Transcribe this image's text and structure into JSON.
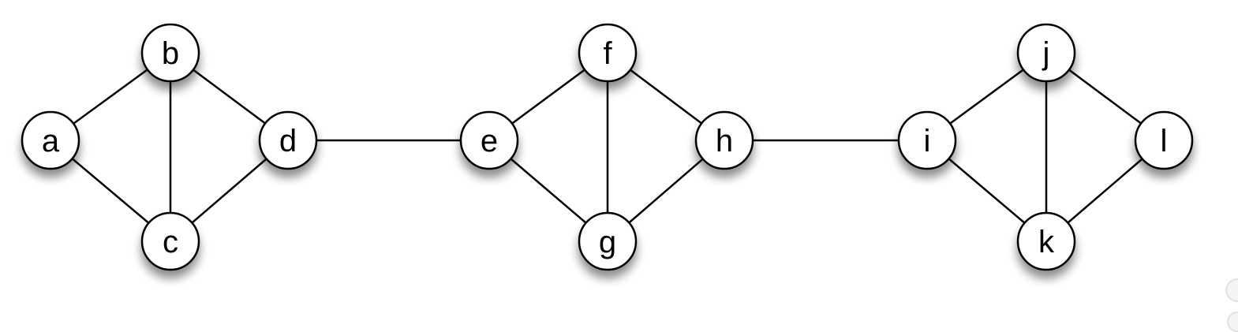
{
  "graph": {
    "nodes": [
      {
        "id": "a",
        "label": "a"
      },
      {
        "id": "b",
        "label": "b"
      },
      {
        "id": "c",
        "label": "c"
      },
      {
        "id": "d",
        "label": "d"
      },
      {
        "id": "e",
        "label": "e"
      },
      {
        "id": "f",
        "label": "f"
      },
      {
        "id": "g",
        "label": "g"
      },
      {
        "id": "h",
        "label": "h"
      },
      {
        "id": "i",
        "label": "i"
      },
      {
        "id": "j",
        "label": "j"
      },
      {
        "id": "k",
        "label": "k"
      },
      {
        "id": "l",
        "label": "l"
      }
    ],
    "edges": [
      [
        "a",
        "b"
      ],
      [
        "a",
        "c"
      ],
      [
        "b",
        "c"
      ],
      [
        "b",
        "d"
      ],
      [
        "c",
        "d"
      ],
      [
        "d",
        "e"
      ],
      [
        "e",
        "f"
      ],
      [
        "e",
        "g"
      ],
      [
        "f",
        "g"
      ],
      [
        "f",
        "h"
      ],
      [
        "g",
        "h"
      ],
      [
        "h",
        "i"
      ],
      [
        "i",
        "j"
      ],
      [
        "i",
        "k"
      ],
      [
        "j",
        "k"
      ],
      [
        "j",
        "l"
      ],
      [
        "k",
        "l"
      ]
    ]
  }
}
